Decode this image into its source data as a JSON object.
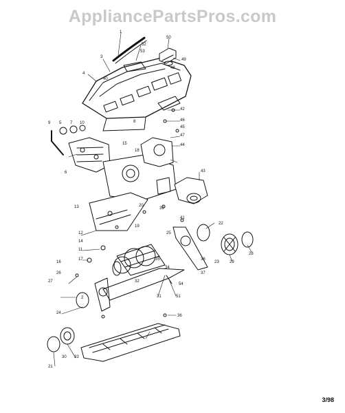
{
  "watermark": "AppliancePartsPros.com",
  "page_code": "3/98",
  "callouts": [
    "1",
    "2",
    "3",
    "4",
    "5",
    "6",
    "7",
    "8",
    "9",
    "10",
    "11",
    "12",
    "13",
    "14",
    "15",
    "16",
    "17",
    "18",
    "19",
    "20",
    "21",
    "22",
    "23",
    "24",
    "25",
    "26",
    "27",
    "28",
    "29",
    "30",
    "31",
    "32",
    "33",
    "34",
    "35",
    "36",
    "37",
    "38",
    "39",
    "40",
    "41",
    "42",
    "43",
    "44",
    "45",
    "46",
    "47",
    "48",
    "49",
    "50",
    "51",
    "52",
    "53",
    "54"
  ]
}
